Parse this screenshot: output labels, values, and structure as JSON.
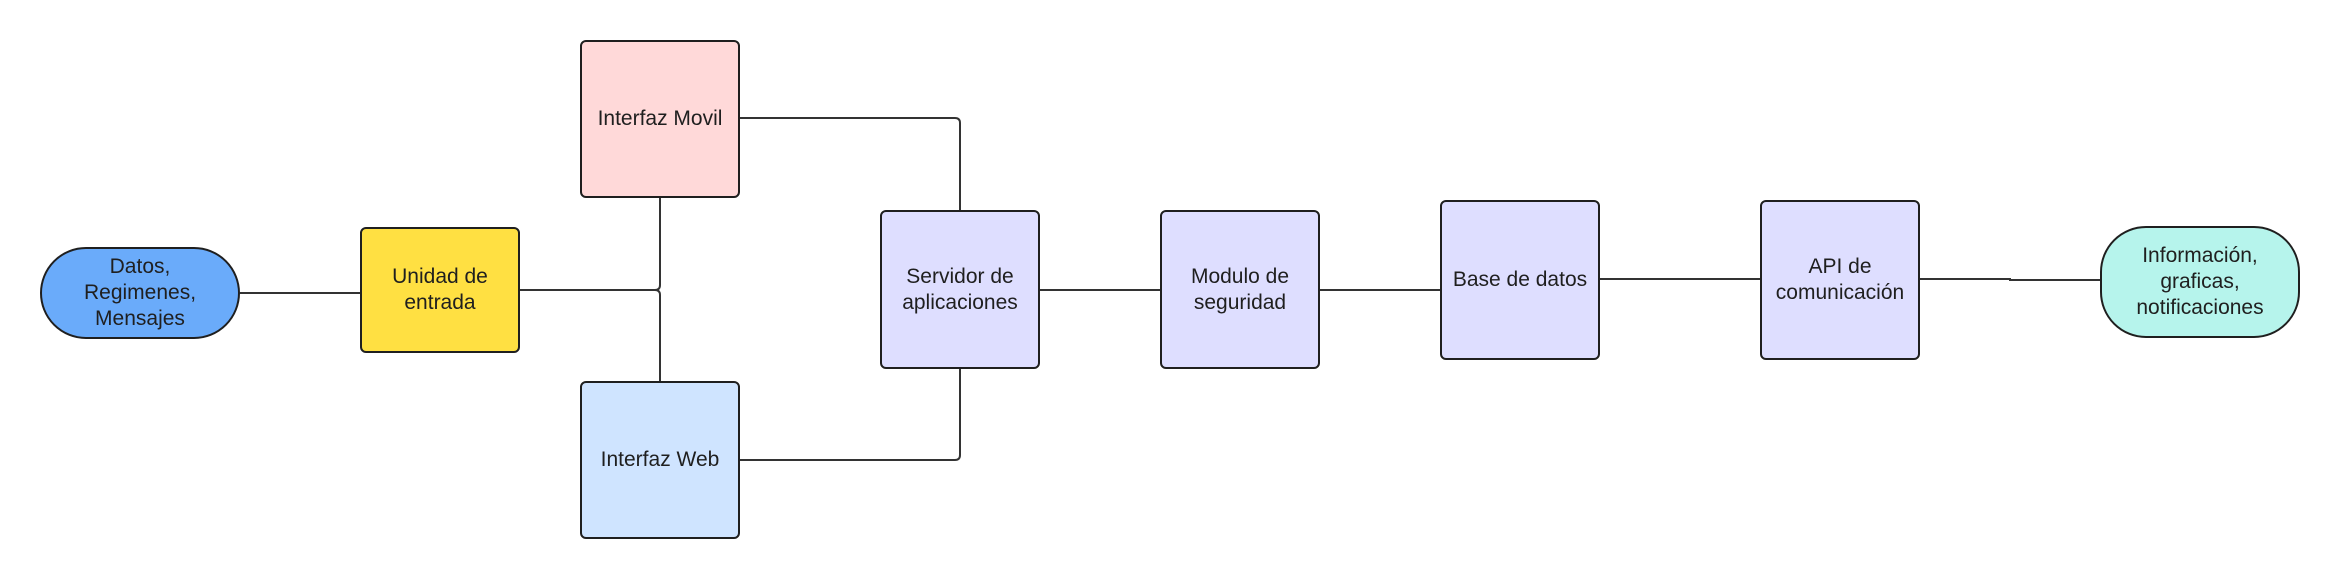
{
  "diagram": {
    "nodes": {
      "datos": {
        "label": "Datos,\nRegimenes,\nMensajes",
        "color": "#6aabfa"
      },
      "unidad": {
        "label": "Unidad de\nentrada",
        "color": "#ffe042"
      },
      "movil": {
        "label": "Interfaz Movil",
        "color": "#ffd9d9"
      },
      "web": {
        "label": "Interfaz Web",
        "color": "#cfe4ff"
      },
      "servidor": {
        "label": "Servidor de\naplicaciones",
        "color": "#dedeff"
      },
      "seguridad": {
        "label": "Modulo de\nseguridad",
        "color": "#dedeff"
      },
      "base": {
        "label": "Base de datos",
        "color": "#dedeff"
      },
      "api": {
        "label": "API de\ncomunicación",
        "color": "#dedeff"
      },
      "info": {
        "label": "Información,\ngraficas,\nnotificaciones",
        "color": "#b6f4ec"
      }
    },
    "edges": [
      {
        "from": "datos",
        "to": "unidad"
      },
      {
        "from": "unidad",
        "to": "movil"
      },
      {
        "from": "unidad",
        "to": "web"
      },
      {
        "from": "movil",
        "to": "servidor"
      },
      {
        "from": "web",
        "to": "servidor"
      },
      {
        "from": "servidor",
        "to": "seguridad"
      },
      {
        "from": "seguridad",
        "to": "base"
      },
      {
        "from": "base",
        "to": "api"
      },
      {
        "from": "api",
        "to": "info"
      }
    ]
  }
}
